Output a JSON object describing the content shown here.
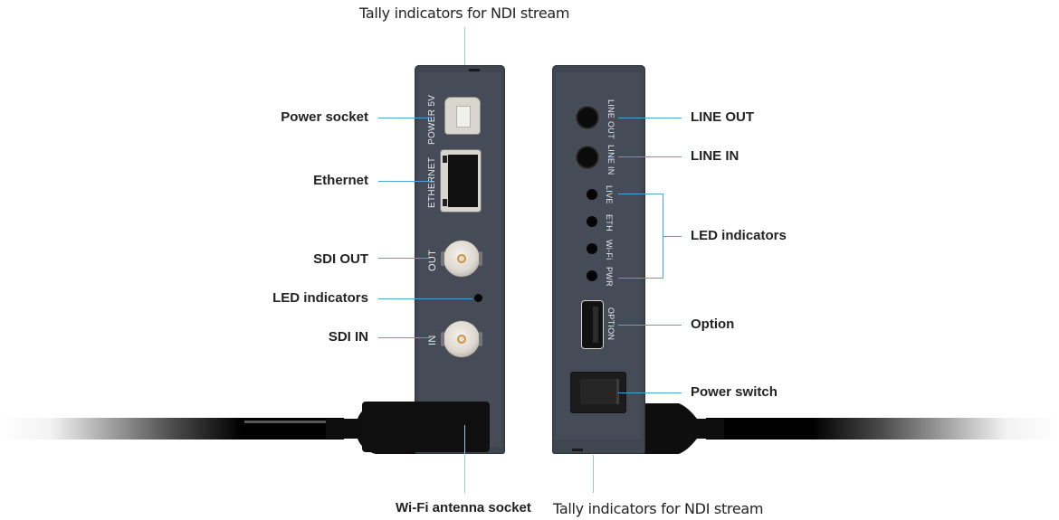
{
  "diagram": {
    "subject": "NDI encoder - front and rear panels",
    "colors": {
      "leader_line": "#4aa3dc",
      "device_body": "#3f4650",
      "label_text": "#222222"
    },
    "top_label": "Tally indicators for NDI stream",
    "bottom_labels": {
      "antenna": "Wi-Fi antenna socket",
      "tally": "Tally indicators for NDI stream"
    },
    "left_panel": {
      "callouts": [
        {
          "id": "power-socket",
          "label": "Power socket"
        },
        {
          "id": "ethernet",
          "label": "Ethernet"
        },
        {
          "id": "sdi-out",
          "label": "SDI OUT"
        },
        {
          "id": "led-indicators",
          "label": "LED indicators"
        },
        {
          "id": "sdi-in",
          "label": "SDI IN"
        }
      ],
      "silkscreen": {
        "power": "POWER 5V",
        "ethernet": "ETHERNET",
        "out": "OUT",
        "in": "IN"
      }
    },
    "right_panel": {
      "callouts": [
        {
          "id": "line-out",
          "label": "LINE OUT"
        },
        {
          "id": "line-in",
          "label": "LINE IN"
        },
        {
          "id": "led-indicators",
          "label": "LED indicators"
        },
        {
          "id": "option",
          "label": "Option"
        },
        {
          "id": "power-switch",
          "label": "Power switch"
        }
      ],
      "silkscreen": {
        "line_out": "LINE OUT",
        "line_in": "LINE IN",
        "live": "LIVE",
        "eth": "ETH",
        "wifi": "Wi-Fi",
        "pwr": "PWR",
        "option": "OPTION"
      }
    }
  }
}
